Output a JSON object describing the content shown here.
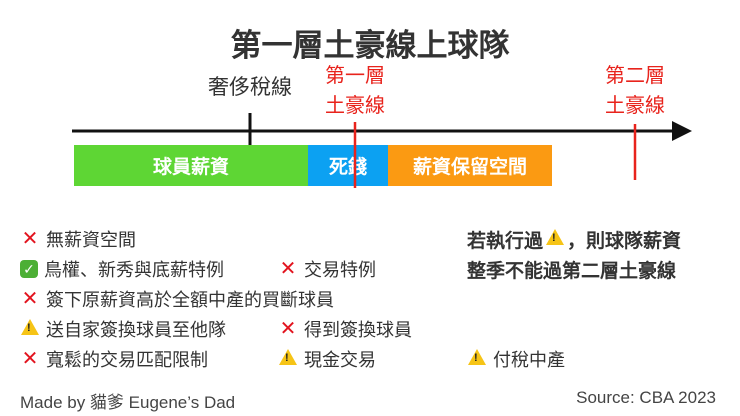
{
  "title": "第一層土豪線上球隊",
  "axis": {
    "luxury_tax_label": "奢侈稅線",
    "apron1_label_line1": "第一層",
    "apron1_label_line2": "土豪線",
    "apron2_label_line1": "第二層",
    "apron2_label_line2": "土豪線"
  },
  "bars": [
    {
      "label": "球員薪資",
      "color": "#5ed634"
    },
    {
      "label": "死錢",
      "color": "#0ca1f2"
    },
    {
      "label": "薪資保留空間",
      "color": "#fb9a12"
    }
  ],
  "rules": {
    "r1": {
      "icon": "cross",
      "text": "無薪資空間"
    },
    "r2a": {
      "icon": "check",
      "text": "鳥權、新秀與底薪特例"
    },
    "r2b": {
      "icon": "cross",
      "text": "交易特例"
    },
    "r3": {
      "icon": "cross",
      "text": "簽下原薪資高於全額中產的買斷球員"
    },
    "r4a": {
      "icon": "warning",
      "text": "送自家簽換球員至他隊"
    },
    "r4b": {
      "icon": "cross",
      "text": "得到簽換球員"
    },
    "r5a": {
      "icon": "cross",
      "text": "寬鬆的交易匹配限制"
    },
    "r5b": {
      "icon": "warning",
      "text": "現金交易"
    },
    "r5c": {
      "icon": "warning",
      "text": "付稅中產"
    }
  },
  "note": {
    "line1_a": "若執行過",
    "line1_b": "，則球隊薪資",
    "line2": "整季不能過第二層土豪線"
  },
  "footer": {
    "credit": "Made by 貓爹 Eugene’s Dad",
    "source": "Source: CBA 2023"
  },
  "colors": {
    "red": "#e8231c",
    "axis": "#111111"
  }
}
